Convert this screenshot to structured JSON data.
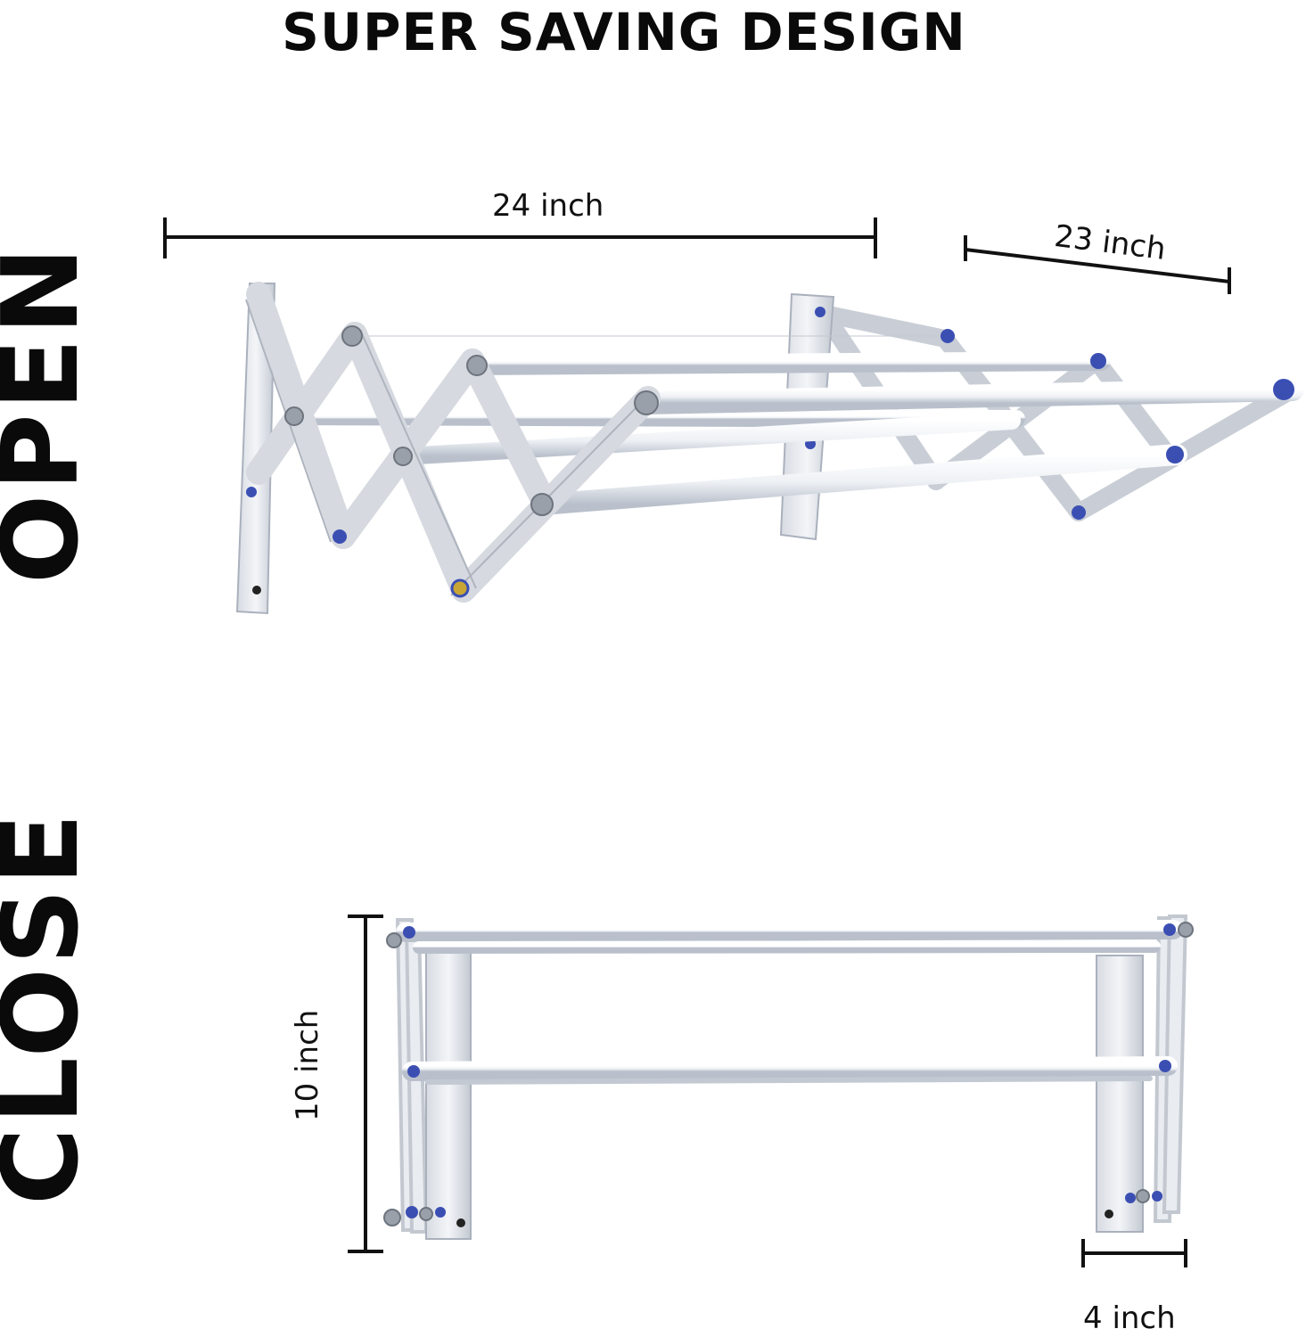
{
  "title": "SUPER SAVING DESIGN",
  "labels": {
    "open": "OPEN",
    "close": "CLOSE"
  },
  "dimensions": {
    "open_width": "24 inch",
    "open_depth": "23 inch",
    "closed_height": "10 inch",
    "closed_depth": "4 inch"
  },
  "colors": {
    "text": "#0a0a0a",
    "rack_white": "#f4f6f8",
    "rack_shade": "#c9ced6",
    "bolt_blue": "#3b4fb3",
    "dimension_line": "#111111"
  }
}
